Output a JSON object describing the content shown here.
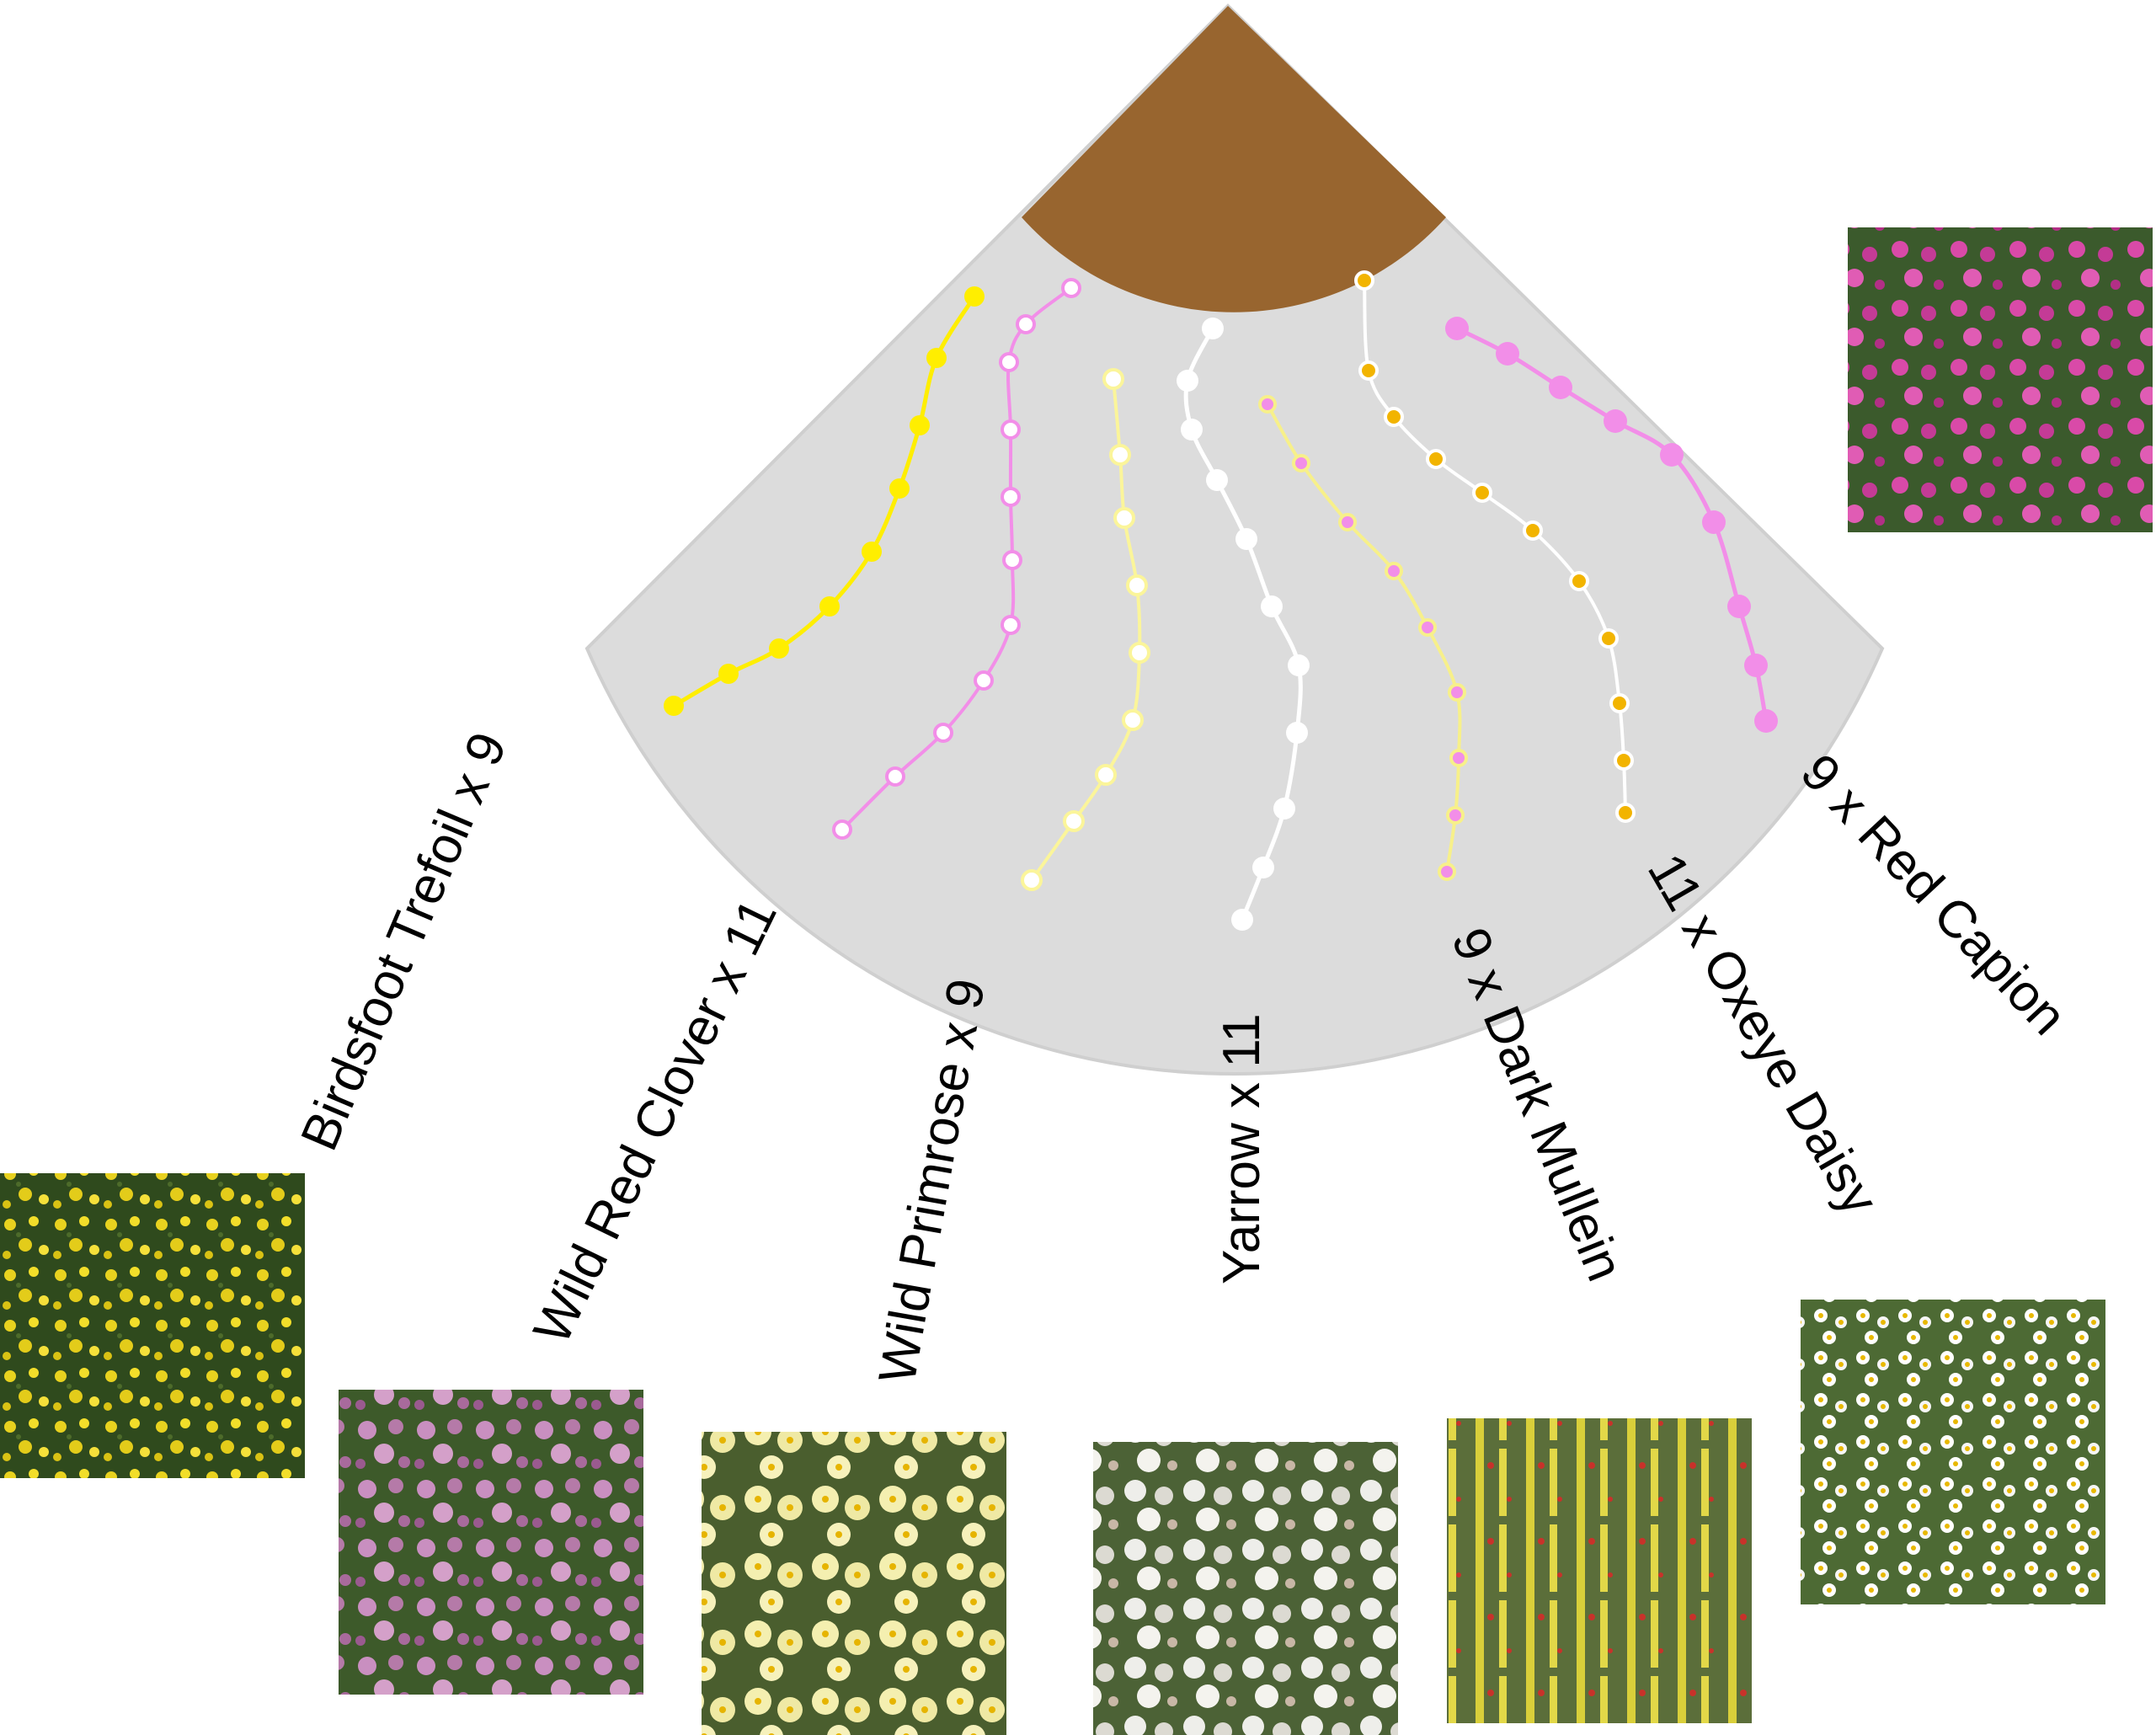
{
  "diagram": {
    "colors": {
      "bed": "#dcdcdc",
      "bed_edge": "#cfcfcf",
      "soil": "#98652f",
      "birdsfoot": "#ffee00",
      "clover": "#f28ee8",
      "primrose": "#fbf59a",
      "yarrow": "#ffffff",
      "mullein_line": "#f7f08a",
      "mullein_dot": "#f28ee8",
      "daisy_line": "#ffffff",
      "daisy_dot": "#f2b400",
      "campion": "#f28ee8"
    },
    "rows": [
      {
        "label": "Birdsfoot Trefoil x 9",
        "plants": 9,
        "marker": "filled",
        "photo": "yellow-flowers-photo"
      },
      {
        "label": "Wild Red Clover x 11",
        "plants": 11,
        "marker": "ring",
        "photo": "pink-clover-photo"
      },
      {
        "label": "Wild Primrose x 9",
        "plants": 9,
        "marker": "ring",
        "photo": "pale-yellow-primrose-photo"
      },
      {
        "label": "Yarrow x 11",
        "plants": 11,
        "marker": "filled",
        "photo": "white-yarrow-photo"
      },
      {
        "label": "9 x Dark Mullein",
        "plants": 9,
        "marker": "ring",
        "photo": "yellow-spike-mullein-photo"
      },
      {
        "label": "11 x Oxeye Daisy",
        "plants": 11,
        "marker": "ring",
        "photo": "white-daisy-photo"
      },
      {
        "label": "9 x Red Capion",
        "plants": 9,
        "marker": "filled",
        "photo": "magenta-campion-photo"
      }
    ]
  }
}
